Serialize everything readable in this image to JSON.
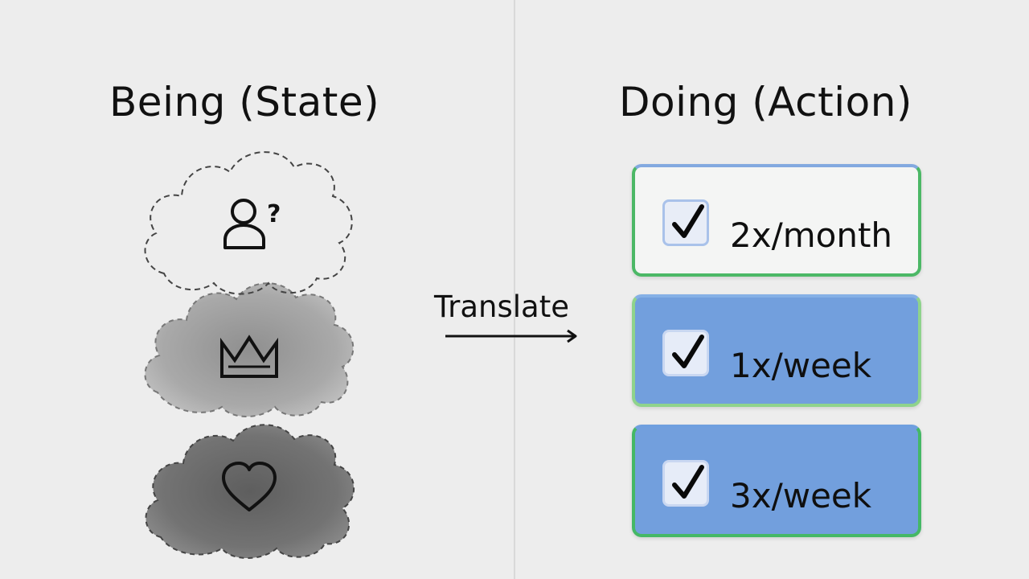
{
  "left": {
    "heading": "Being (State)",
    "clouds": [
      {
        "icon": "person-question-icon",
        "style": "dashed-outline"
      },
      {
        "icon": "crown-icon",
        "style": "light-gray-fill"
      },
      {
        "icon": "heart-icon",
        "style": "dark-gray-fill"
      }
    ]
  },
  "transition": {
    "label": "Translate",
    "arrow": "right-arrow"
  },
  "right": {
    "heading": "Doing (Action)",
    "items": [
      {
        "label": "2x/month",
        "checked": true,
        "style": "white"
      },
      {
        "label": "1x/week",
        "checked": true,
        "style": "blue"
      },
      {
        "label": "3x/week",
        "checked": true,
        "style": "blue"
      }
    ]
  },
  "colors": {
    "background": "#ededed",
    "card_blue": "#729fdd",
    "card_border_green": "#4cb866",
    "card_border_blue": "#83a9e0",
    "cloud_light": "#9a9a9a",
    "cloud_dark": "#6b6b6b"
  }
}
